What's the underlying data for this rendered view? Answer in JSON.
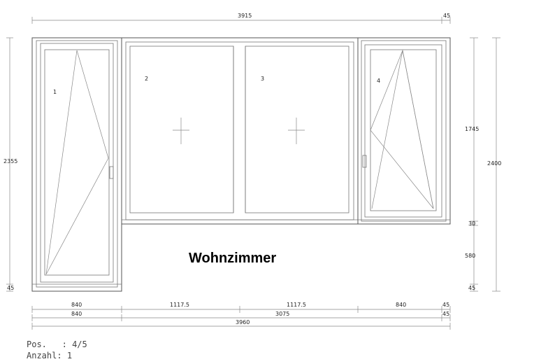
{
  "labels": {
    "room_name": "Wohnzimmer",
    "position_label": "Pos.",
    "position_sep": ":",
    "position_value": "4/5",
    "quantity_label": "Anzahl:",
    "quantity_value": "1"
  },
  "sashes": [
    {
      "number": "1"
    },
    {
      "number": "2"
    },
    {
      "number": "3"
    },
    {
      "number": "4"
    }
  ],
  "dimensions": {
    "top_total": "3915",
    "top_extra": "45",
    "left_height": "2355",
    "left_bottom": "45",
    "right_upper": "1745",
    "right_transom": "30",
    "right_lower": "580",
    "right_bottom": "45",
    "right_total": "2400",
    "bottom_row1": [
      "840",
      "1117.5",
      "1117.5",
      "840",
      "45"
    ],
    "bottom_row2": [
      "840",
      "3075",
      "45"
    ],
    "bottom_total": "3960"
  }
}
